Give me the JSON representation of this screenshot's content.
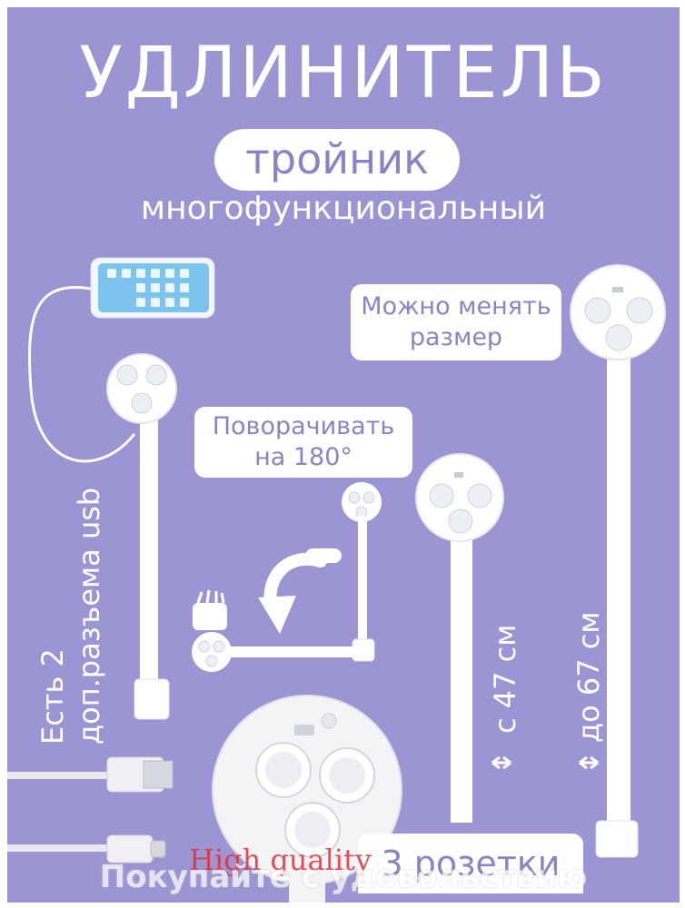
{
  "title": "УДЛИНИТЕЛЬ",
  "pill_text": "тройник",
  "subtitle": "многофункциональный",
  "labels": {
    "resize_line1": "Можно менять",
    "resize_line2": "размер",
    "rotate_line1": "Поворачивать",
    "rotate_line2": "на 180°",
    "usb_line1": "Есть 2",
    "usb_line2": "доп.разъема usb",
    "length_min": "с 47 см",
    "length_max": "до 67 см",
    "sockets": "3 розетки"
  },
  "watermarks": {
    "red_text": "High quality",
    "bottom_text": "Покупайте с удовольствию"
  },
  "icons": [
    "phone-icon",
    "socket-icon",
    "usb-a-plug-icon",
    "usb-c-plug-icon",
    "rotate-arrow-icon",
    "toothbrush-icon"
  ],
  "colors": {
    "background": "#9b95d3",
    "text_light": "#ffffff",
    "text_accent": "#8b84c4",
    "red_watermark": "#e0313a"
  }
}
